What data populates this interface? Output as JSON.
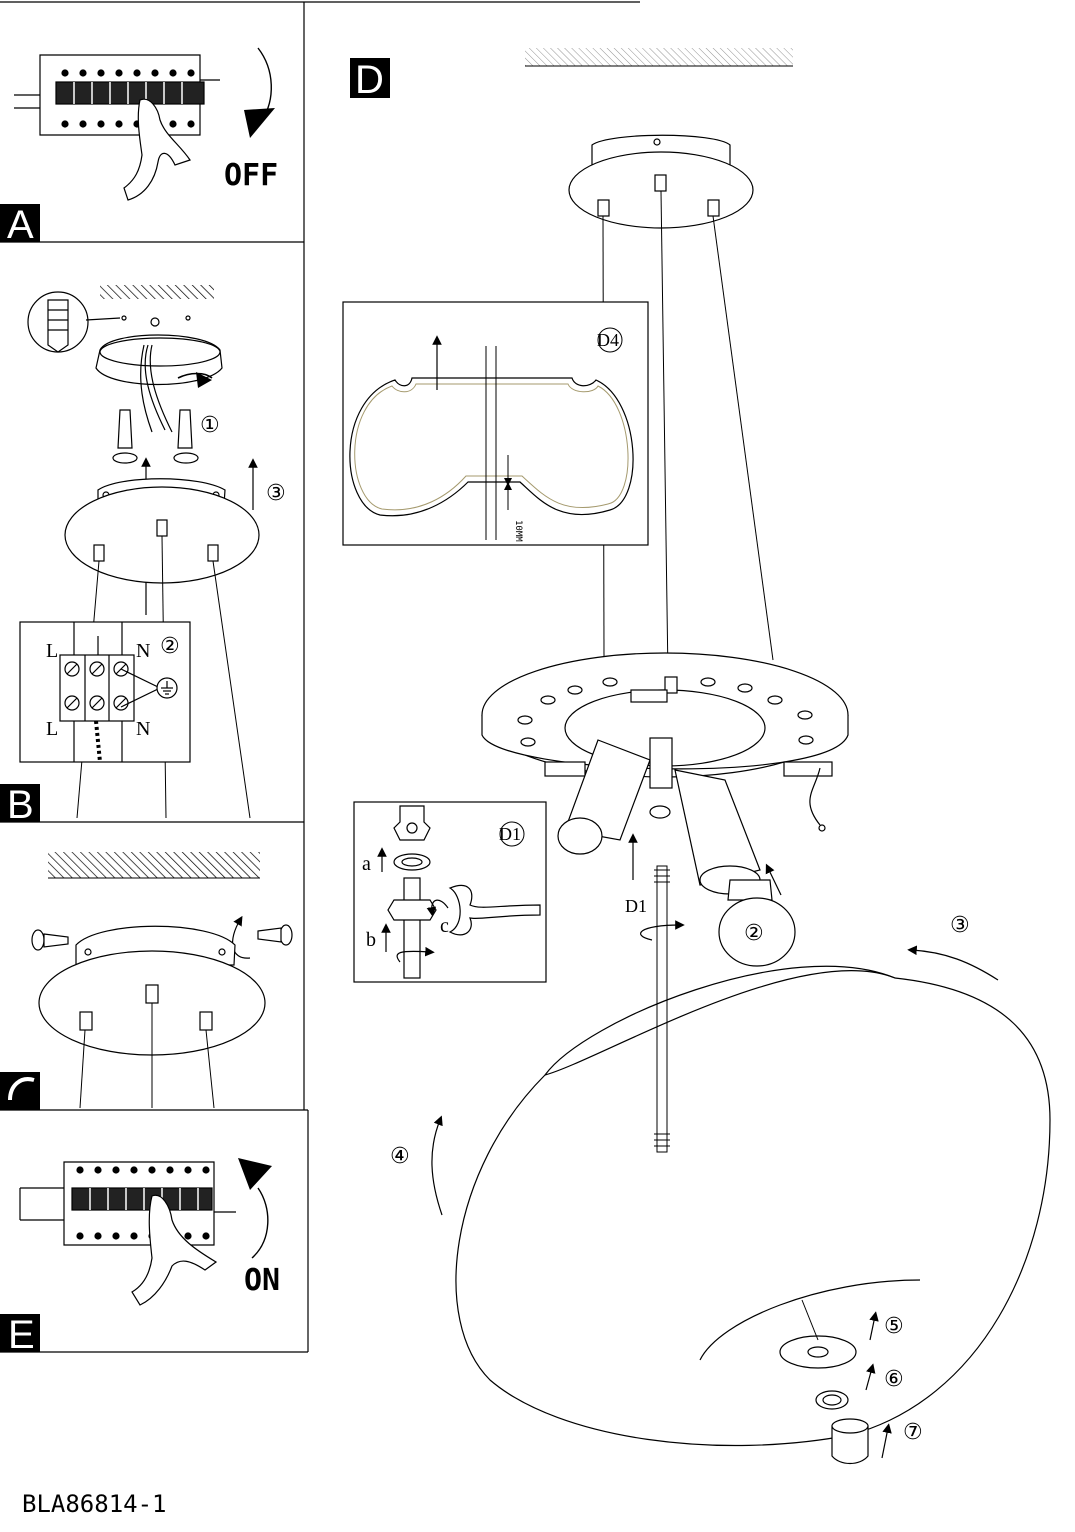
{
  "panels": {
    "a": {
      "label": "A",
      "action": "OFF"
    },
    "b": {
      "label": "B",
      "live": "L",
      "neutral": "N",
      "steps": [
        "①",
        "②",
        "③"
      ]
    },
    "c": {
      "label": "C"
    },
    "d": {
      "label": "D",
      "detail_d4": "D4",
      "detail_d1": "D1",
      "dimension": "10MM",
      "d1_steps": [
        "a",
        "b",
        "c"
      ],
      "steps": [
        "②",
        "③",
        "④",
        "⑤",
        "⑥",
        "⑦"
      ]
    },
    "e": {
      "label": "E",
      "action": "ON"
    }
  },
  "document": {
    "model_code": "BLA86814-1"
  }
}
